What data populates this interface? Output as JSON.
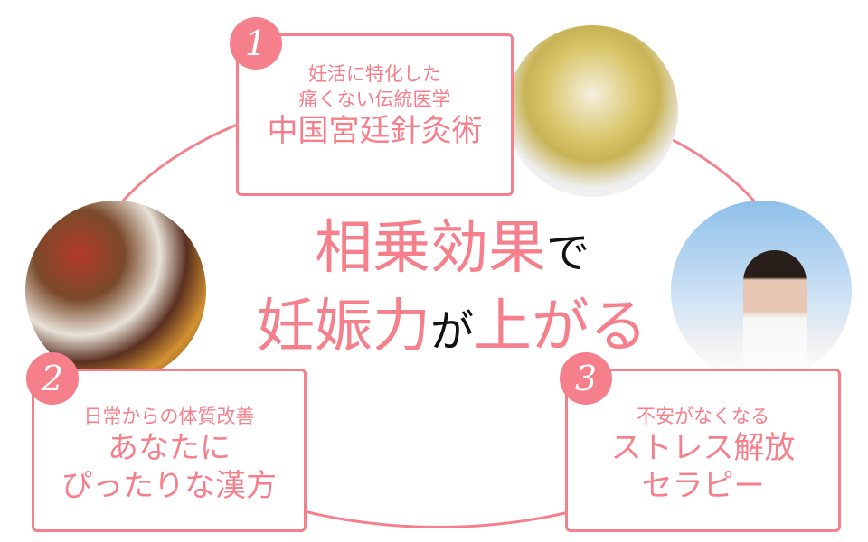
{
  "headline": {
    "line1_main": "相乗効果",
    "line1_particle": "で",
    "line2_a": "妊娠力",
    "line2_particle": "が",
    "line2_b": "上がる"
  },
  "items": [
    {
      "number": "1",
      "sub1": "妊活に特化した",
      "sub2": "痛くない伝統医学",
      "title": "中国宮廷針灸術"
    },
    {
      "number": "2",
      "sub1": "日常からの体質改善",
      "title1": "あなたに",
      "title2": "ぴったりな漢方"
    },
    {
      "number": "3",
      "sub1": "不安がなくなる",
      "title1": "ストレス解放",
      "title2": "セラピー"
    }
  ],
  "colors": {
    "accent": "#f5808c"
  }
}
